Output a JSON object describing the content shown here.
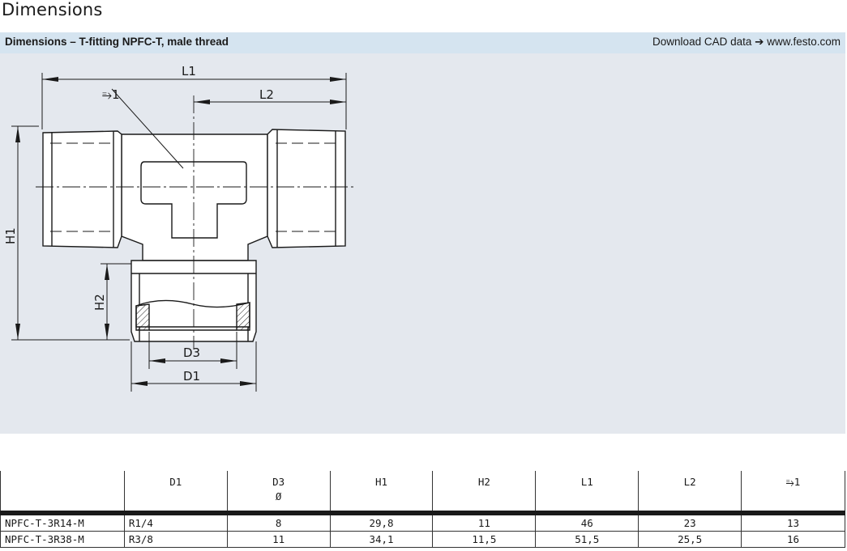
{
  "page": {
    "heading": "Dimensions"
  },
  "panel": {
    "title": "Dimensions – T-fitting NPFC-T, male thread",
    "link_text": "Download CAD data",
    "link_arrow": "➔",
    "link_url_text": "www.festo.com"
  },
  "drawing": {
    "labels": {
      "l1": "L1",
      "l2": "L2",
      "h1": "H1",
      "h2": "H2",
      "d1": "D1",
      "d3": "D3",
      "wrench": "⥱1"
    }
  },
  "table": {
    "headers": [
      {
        "label": "",
        "sub": ""
      },
      {
        "label": "D1",
        "sub": ""
      },
      {
        "label": "D3",
        "sub": "Ø"
      },
      {
        "label": "H1",
        "sub": ""
      },
      {
        "label": "H2",
        "sub": ""
      },
      {
        "label": "L1",
        "sub": ""
      },
      {
        "label": "L2",
        "sub": ""
      },
      {
        "label": "⥱1",
        "sub": ""
      }
    ],
    "rows": [
      [
        "NPFC-T-3R14-M",
        "R1/4",
        "8",
        "29,8",
        "11",
        "46",
        "23",
        "13"
      ],
      [
        "NPFC-T-3R38-M",
        "R3/8",
        "11",
        "34,1",
        "11,5",
        "51,5",
        "25,5",
        "16"
      ]
    ]
  }
}
